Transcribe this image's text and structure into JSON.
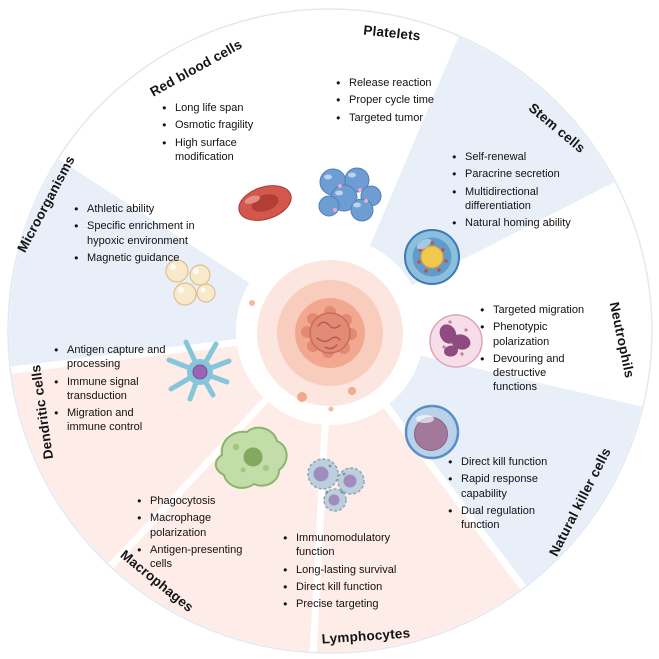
{
  "figure": {
    "type": "circular-cell-wheel-diagram",
    "center_icon": "tumor-icon"
  },
  "palette": {
    "wedge_blue": "#e9eff9",
    "wedge_pink": "#fdece8",
    "wedge_white": "#ffffff",
    "text": "#111111"
  },
  "segments": [
    {
      "label": "Platelets",
      "icon": "platelets-icon",
      "bg": "#ffffff",
      "bullets": [
        "Release reaction",
        "Proper cycle time",
        "Targeted tumor"
      ]
    },
    {
      "label": "Stem cells",
      "icon": "stem-cell-icon",
      "bg": "#e9eff9",
      "bullets": [
        "Self-renewal",
        "Paracrine secretion",
        "Multidirectional differentiation",
        "Natural homing ability"
      ]
    },
    {
      "label": "Neutrophils",
      "icon": "neutrophil-icon",
      "bg": "#ffffff",
      "bullets": [
        "Targeted migration",
        "Phenotypic polarization",
        "Devouring and destructive functions"
      ]
    },
    {
      "label": "Natural killer cells",
      "icon": "natural-killer-cell-icon",
      "bg": "#e9eff9",
      "bullets": [
        "Direct kill function",
        "Rapid response capability",
        "Dual regulation function"
      ]
    },
    {
      "label": "Lymphocytes",
      "icon": "lymphocytes-icon",
      "bg": "#fdece8",
      "bullets": [
        "Immunomodulatory function",
        "Long-lasting survival",
        "Direct kill function",
        "Precise targeting"
      ]
    },
    {
      "label": "Macrophages",
      "icon": "macrophage-icon",
      "bg": "#fdece8",
      "bullets": [
        "Phagocytosis",
        "Macrophage polarization",
        "Antigen-presenting cells"
      ]
    },
    {
      "label": "Dendritic cells",
      "icon": "dendritic-cell-icon",
      "bg": "#fdece8",
      "bullets": [
        "Antigen capture and processing",
        "Immune signal transduction",
        "Migration and immune control"
      ]
    },
    {
      "label": "Microorganisms",
      "icon": "microorganisms-icon",
      "bg": "#e9eff9",
      "bullets": [
        "Athletic ability",
        "Specific enrichment in hypoxic environment",
        "Magnetic guidance"
      ]
    },
    {
      "label": "Red blood cells",
      "icon": "red-blood-cell-icon",
      "bg": "#ffffff",
      "bullets": [
        "Long life span",
        "Osmotic fragility",
        "High surface modification"
      ]
    }
  ]
}
